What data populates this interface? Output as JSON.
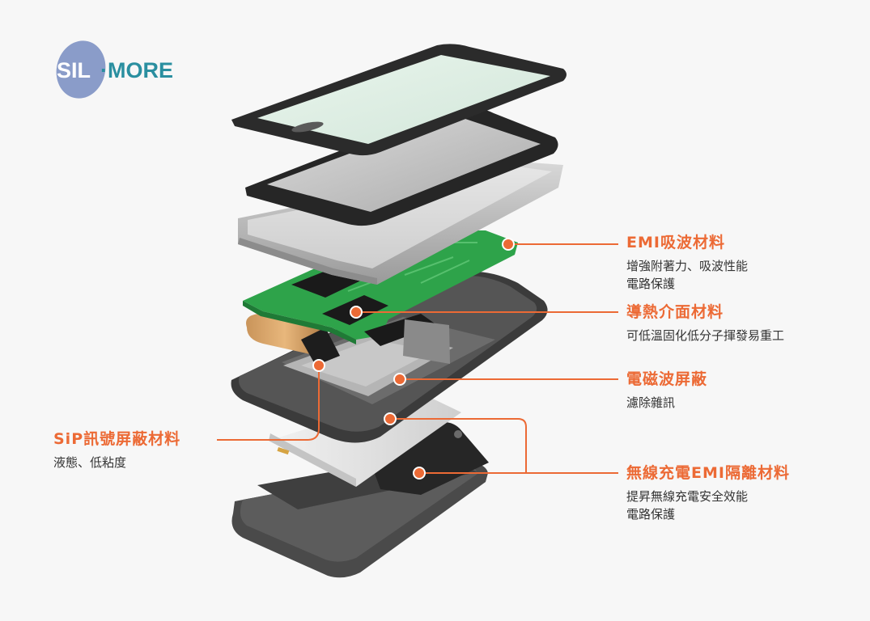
{
  "logo": {
    "text": "SIL·MORE",
    "colors": {
      "oval": "#8a9cc9",
      "left_text": "#ffffff",
      "right_text": "#2a8fa0"
    }
  },
  "accent": "#ec6a35",
  "labels": [
    {
      "id": "emi",
      "title": "EMI吸波材料",
      "lines": [
        "增強附著力、吸波性能",
        "電路保護"
      ]
    },
    {
      "id": "thermal",
      "title": "導熱介面材料",
      "lines": [
        "可低溫固化低分子揮發易重工"
      ]
    },
    {
      "id": "shield",
      "title": "電磁波屏蔽",
      "lines": [
        "濾除雜訊"
      ]
    },
    {
      "id": "sip",
      "title": "SiP訊號屏蔽材料",
      "lines": [
        "液態、低粘度"
      ]
    },
    {
      "id": "wireless",
      "title": "無線充電EMI隔離材料",
      "lines": [
        "提昇無線充電安全效能",
        "電路保護"
      ]
    }
  ]
}
